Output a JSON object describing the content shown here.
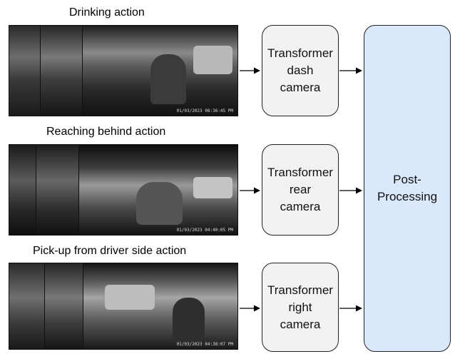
{
  "clips": [
    {
      "label": "Drinking action",
      "timestamp": "01/03/2023 08:36:45 PM"
    },
    {
      "label": "Reaching behind action",
      "timestamp": "01/03/2023 04:40:05 PM"
    },
    {
      "label": "Pick-up from driver side action",
      "timestamp": "01/03/2023 04:38:07 PM"
    }
  ],
  "models": [
    {
      "line1": "Transformer",
      "line2": "dash",
      "line3": "camera"
    },
    {
      "line1": "Transformer",
      "line2": "rear",
      "line3": "camera"
    },
    {
      "line1": "Transformer",
      "line2": "right",
      "line3": "camera"
    }
  ],
  "post": {
    "line1": "Post-",
    "line2": "Processing"
  },
  "colors": {
    "model_fill": "#f2f2f2",
    "post_fill": "#dae8fc",
    "border": "#222222"
  }
}
